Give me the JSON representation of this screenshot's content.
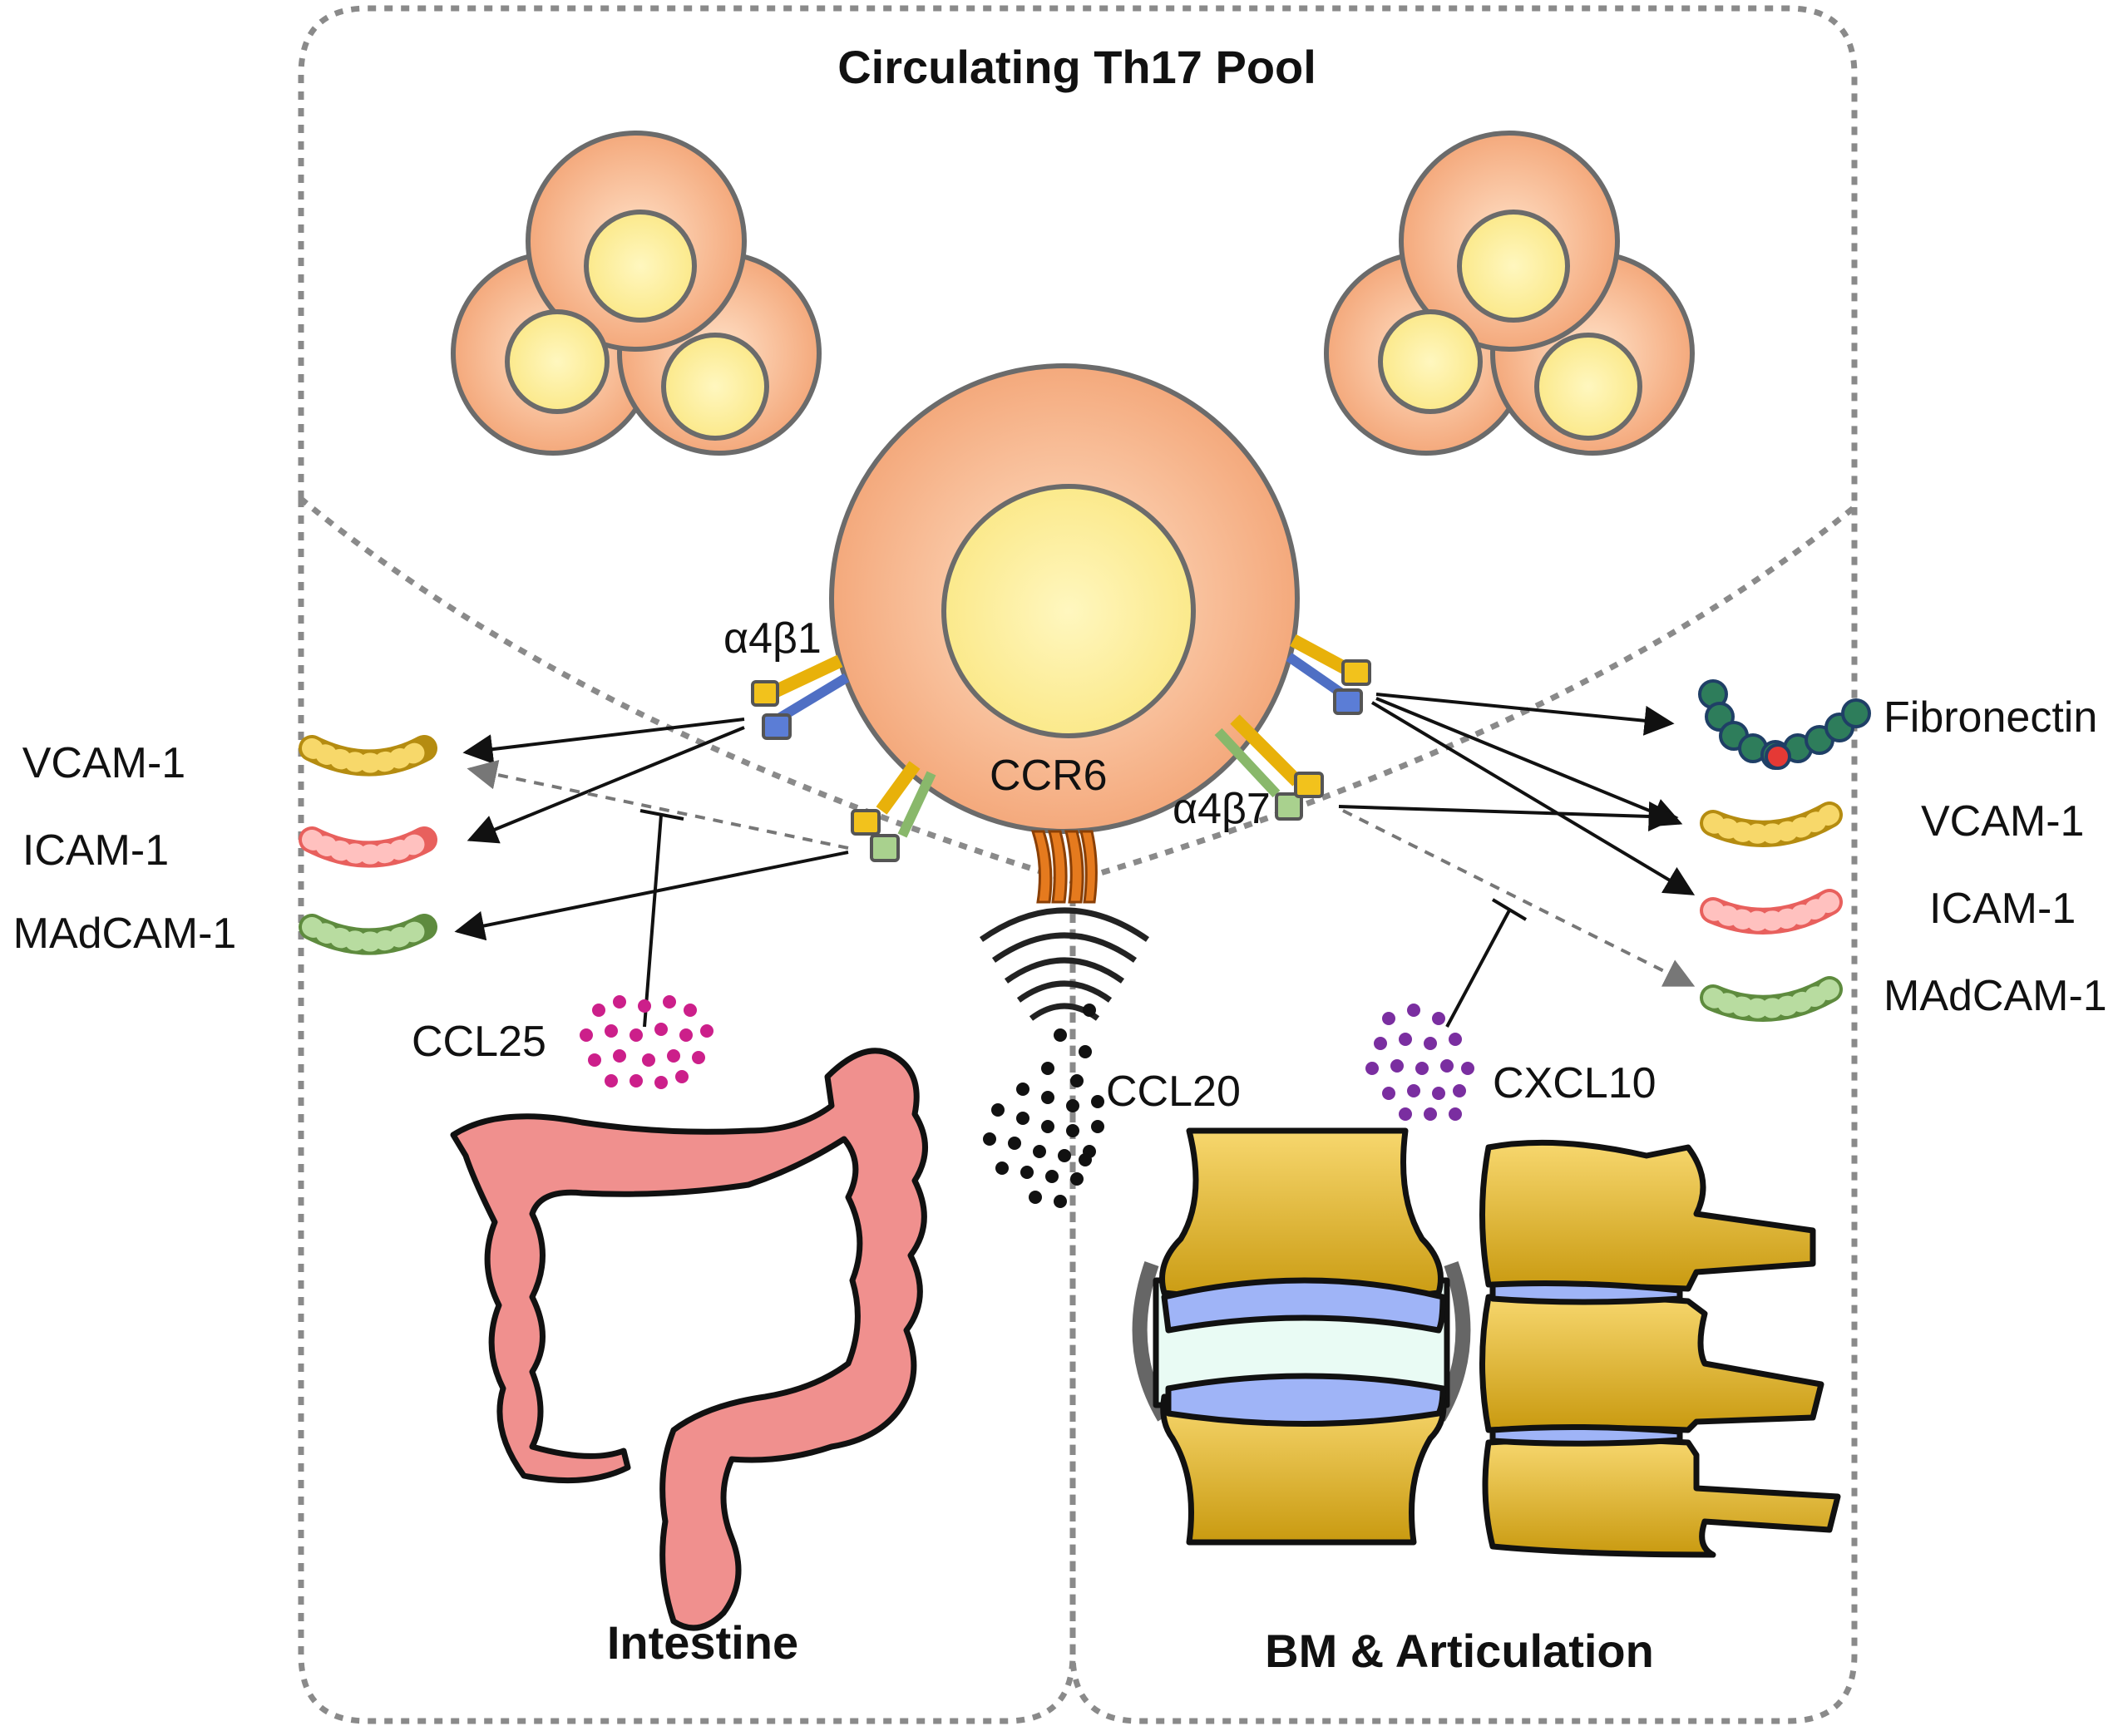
{
  "title": "Circulating Th17 Pool",
  "sections": {
    "left": "Intestine",
    "right": "BM & Articulation"
  },
  "integrins": {
    "a4b1": "α4β1",
    "a4b7": "α4β7",
    "ccr6": "CCR6"
  },
  "left_ligands": [
    "VCAM-1",
    "ICAM-1",
    "MAdCAM-1"
  ],
  "right_ligands": [
    "Fibronectin",
    "VCAM-1",
    "ICAM-1",
    "MAdCAM-1"
  ],
  "chemokines": {
    "ccl25": "CCL25",
    "ccl20": "CCL20",
    "cxcl10": "CXCL10"
  },
  "colors": {
    "cell_outer": "#f6b98e",
    "nucleus": "#fff3a8",
    "vcam": "#f2cc5a",
    "icam": "#ffb0ae",
    "madcam": "#a9d18e",
    "fibronectin": "#2e7d5b",
    "colon": "#f0908e",
    "bone": "#e8b832",
    "cartilage": "#9fb4f7",
    "ccl25_dots": "#cc1f8a",
    "cxcl10_dots": "#7a2ea0",
    "ccl20_dots": "#111111"
  }
}
